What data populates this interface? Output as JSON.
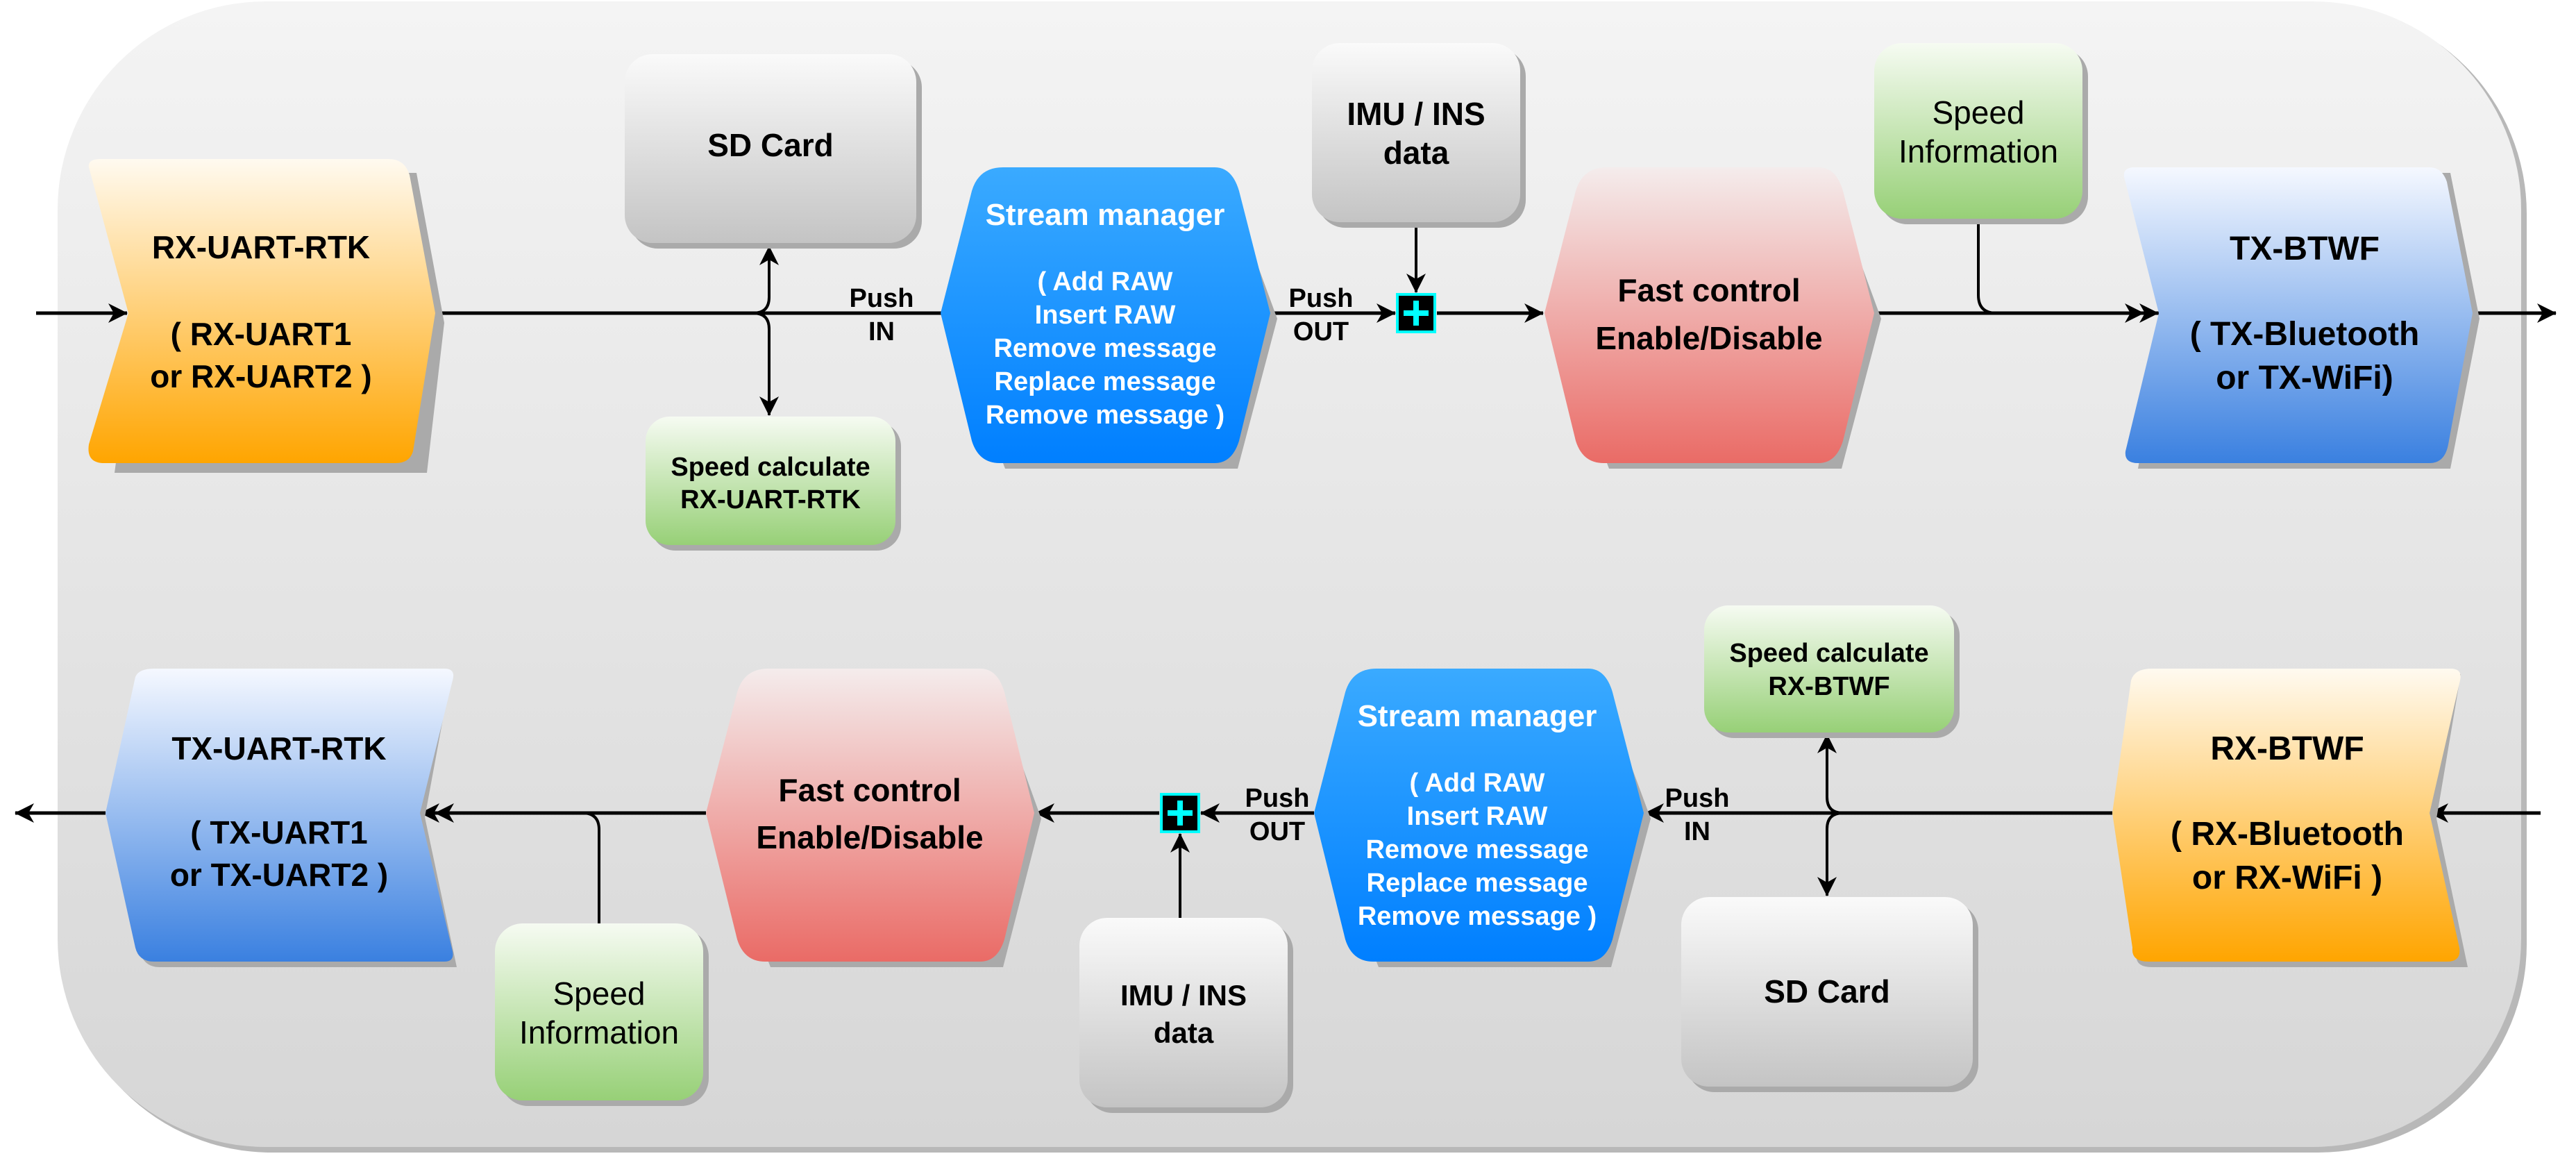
{
  "colors": {
    "container_top": "#f4f4f4",
    "container_bottom": "#d6d6d6",
    "orange_top": "#fffaf0",
    "orange_bottom": "#ffa500",
    "blue_light_top": "#f5f8ff",
    "blue_light_bottom": "#3a80e0",
    "stream_top": "#3aaaff",
    "stream_bottom": "#007fff",
    "red_top": "#f4ecec",
    "red_bottom": "#ea6b66",
    "gray_top": "#fafafa",
    "gray_bottom": "#c4c4c4",
    "green_top": "#f6fbf2",
    "green_bottom": "#97d077",
    "plus_fill": "#000000",
    "plus_accent": "#00ffff"
  },
  "top_row": {
    "source": {
      "title": "RX-UART-RTK",
      "line1": "( RX-UART1",
      "line2": "or RX-UART2 )"
    },
    "sd_card": {
      "label": "SD Card"
    },
    "speed_calc": {
      "line1": "Speed calculate",
      "line2": "RX-UART-RTK"
    },
    "push_in": {
      "line1": "Push",
      "line2": "IN"
    },
    "stream_manager": {
      "title": "Stream manager",
      "items": [
        "( Add RAW",
        "Insert RAW",
        "Remove message",
        "Replace message",
        "Remove message )"
      ]
    },
    "push_out": {
      "line1": "Push",
      "line2": "OUT"
    },
    "imu": {
      "line1": "IMU / INS",
      "line2": "data"
    },
    "merge_icon": "plus-icon",
    "fast_control": {
      "line1": "Fast control",
      "line2": "Enable/Disable"
    },
    "speed_info": {
      "line1": "Speed",
      "line2": "Information"
    },
    "sink": {
      "title": "TX-BTWF",
      "line1": "( TX-Bluetooth",
      "line2": "or TX-WiFi)"
    }
  },
  "bottom_row": {
    "source": {
      "title": "RX-BTWF",
      "line1": "( RX-Bluetooth",
      "line2": "or RX-WiFi )"
    },
    "speed_calc": {
      "line1": "Speed calculate",
      "line2": "RX-BTWF"
    },
    "sd_card": {
      "label": "SD Card"
    },
    "push_in": {
      "line1": "Push",
      "line2": "IN"
    },
    "stream_manager": {
      "title": "Stream manager",
      "items": [
        "( Add RAW",
        "Insert RAW",
        "Remove message",
        "Replace message",
        "Remove message )"
      ]
    },
    "push_out": {
      "line1": "Push",
      "line2": "OUT"
    },
    "imu": {
      "line1": "IMU / INS",
      "line2": "data"
    },
    "merge_icon": "plus-icon",
    "fast_control": {
      "line1": "Fast control",
      "line2": "Enable/Disable"
    },
    "speed_info": {
      "line1": "Speed",
      "line2": "Information"
    },
    "sink": {
      "title": "TX-UART-RTK",
      "line1": "( TX-UART1",
      "line2": "or TX-UART2 )"
    }
  }
}
